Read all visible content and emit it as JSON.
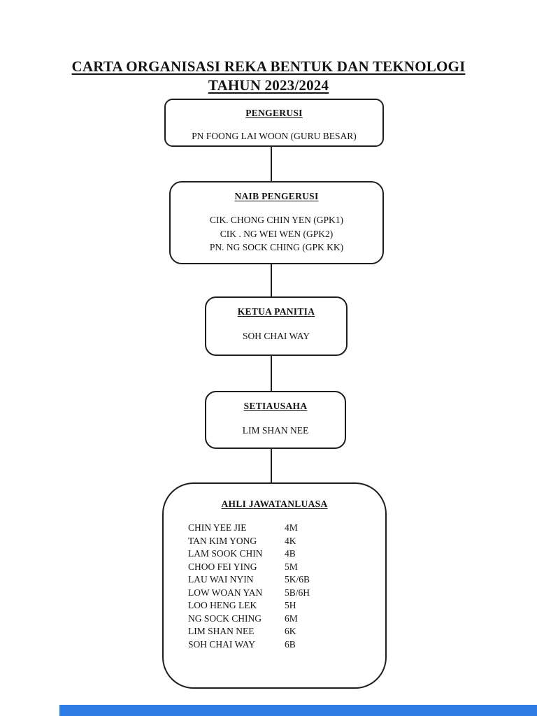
{
  "document": {
    "title_line1": "CARTA ORGANISASI REKA BENTUK DAN TEKNOLOGI",
    "title_line2": "TAHUN 2023/2024"
  },
  "org_chart": {
    "pengerusi": {
      "heading": "PENGERUSI",
      "member": "PN FOONG LAI WOON (GURU BESAR)"
    },
    "naib_pengerusi": {
      "heading": "NAIB PENGERUSI",
      "members": [
        "CIK. CHONG CHIN YEN (GPK1)",
        "CIK . NG WEI WEN (GPK2)",
        "PN. NG SOCK CHING (GPK KK)"
      ]
    },
    "ketua_panitia": {
      "heading": "KETUA PANITIA",
      "member": "SOH CHAI WAY"
    },
    "setiausaha": {
      "heading": "SETIAUSAHA",
      "member": "LIM SHAN NEE"
    },
    "ahli_jawatanluasa": {
      "heading": "AHLI JAWATANLUASA",
      "members": [
        {
          "name": "CHIN YEE JIE",
          "class": "4M"
        },
        {
          "name": "TAN KIM YONG",
          "class": "4K"
        },
        {
          "name": "LAM SOOK CHIN",
          "class": "4B"
        },
        {
          "name": "CHOO FEI YING",
          "class": "5M"
        },
        {
          "name": "LAU WAI NYIN",
          "class": "5K/6B"
        },
        {
          "name": "LOW WOAN YAN",
          "class": "5B/6H"
        },
        {
          "name": "LOO HENG LEK",
          "class": "5H"
        },
        {
          "name": "NG SOCK CHING",
          "class": "6M"
        },
        {
          "name": "LIM SHAN NEE",
          "class": "6K"
        },
        {
          "name": "SOH CHAI WAY",
          "class": "6B"
        }
      ]
    }
  },
  "colors": {
    "page_background": "#ffffff",
    "box_border": "#1e1e1e",
    "text": "#141414",
    "next_page_bar": "#2e7ce4"
  }
}
